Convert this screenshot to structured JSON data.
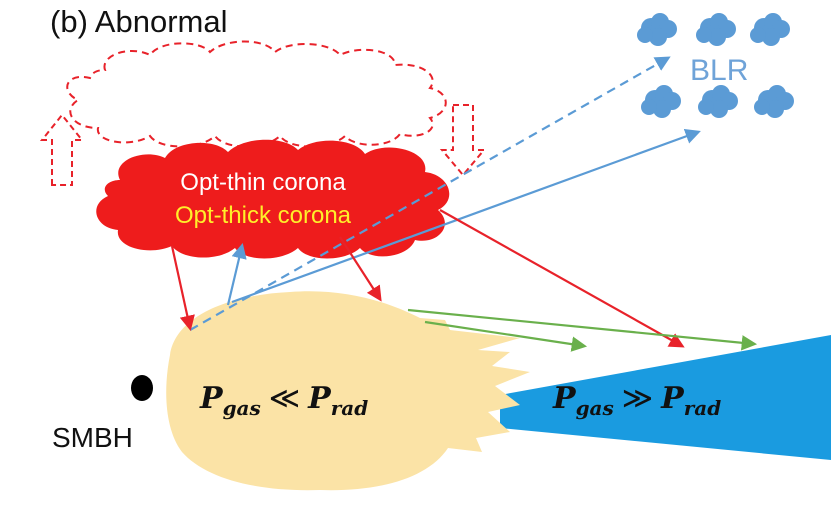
{
  "panel_title": "(b) Abnormal",
  "labels": {
    "blr": "BLR",
    "opt_thin": "Opt-thin corona",
    "opt_thick": "Opt-thick corona",
    "smbh": "SMBH"
  },
  "equations": {
    "inner": {
      "lhs": "P",
      "lhs_sub": "gas",
      "op": "≪",
      "rhs": "P",
      "rhs_sub": "rad"
    },
    "outer": {
      "lhs": "P",
      "lhs_sub": "gas",
      "op": "≫",
      "rhs": "P",
      "rhs_sub": "rad"
    }
  },
  "colors": {
    "corona": "#ee1c1c",
    "corona_outline": "#e8222a",
    "thick_text": "#ffef2a",
    "blr": "#5b9bd5",
    "blr_text": "#6fa3d8",
    "inner_disk": "#fbe3a6",
    "outer_disk": "#1a9be0",
    "green_arrow": "#6ab04c",
    "text": "#111111"
  }
}
